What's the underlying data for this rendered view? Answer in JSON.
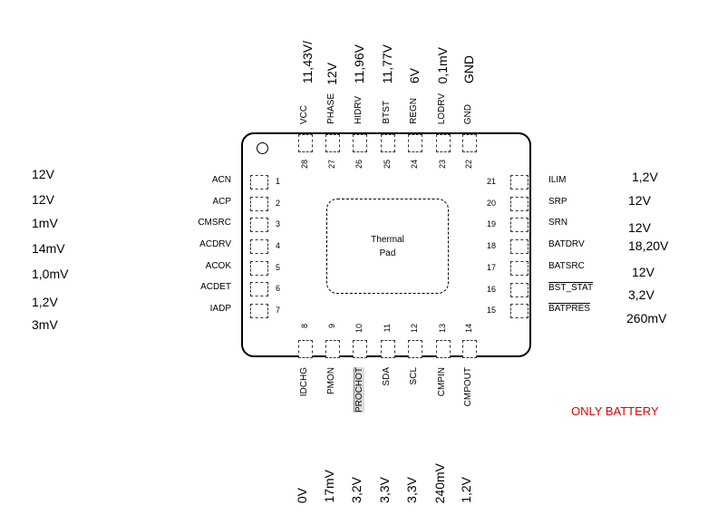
{
  "thermal_pad": {
    "line1": "Thermal",
    "line2": "Pad"
  },
  "note": {
    "text": "ONLY BATTERY",
    "color": "#e00000"
  },
  "left_pins": [
    {
      "num": "1",
      "name": "ACN",
      "voltage": "12V"
    },
    {
      "num": "2",
      "name": "ACP",
      "voltage": "12V"
    },
    {
      "num": "3",
      "name": "CMSRC",
      "voltage": "1mV"
    },
    {
      "num": "4",
      "name": "ACDRV",
      "voltage": "14mV"
    },
    {
      "num": "5",
      "name": "ACOK",
      "voltage": "1,0mV"
    },
    {
      "num": "6",
      "name": "ACDET",
      "voltage": "1,2V"
    },
    {
      "num": "7",
      "name": "IADP",
      "voltage": "3mV"
    }
  ],
  "bottom_pins": [
    {
      "num": "8",
      "name": "IDCHG",
      "voltage": "0V"
    },
    {
      "num": "9",
      "name": "PMON",
      "voltage": "17mV"
    },
    {
      "num": "10",
      "name": "PROCHOT",
      "voltage": "3,2V",
      "overbar": true
    },
    {
      "num": "11",
      "name": "SDA",
      "voltage": "3,3V"
    },
    {
      "num": "12",
      "name": "SCL",
      "voltage": "3,3V"
    },
    {
      "num": "13",
      "name": "CMPIN",
      "voltage": "240mV"
    },
    {
      "num": "14",
      "name": "CMPOUT",
      "voltage": "1,2V"
    }
  ],
  "right_pins": [
    {
      "num": "21",
      "name": "ILIM",
      "voltage": "1,2V"
    },
    {
      "num": "20",
      "name": "SRP",
      "voltage": "12V"
    },
    {
      "num": "19",
      "name": "SRN",
      "voltage": "12V"
    },
    {
      "num": "18",
      "name": "BATDRV",
      "voltage": "18,20V"
    },
    {
      "num": "17",
      "name": "BATSRC",
      "voltage": "12V"
    },
    {
      "num": "16",
      "name": "BST_STAT",
      "voltage": "3,2V",
      "overbar": true
    },
    {
      "num": "15",
      "name": "BATPRES",
      "voltage": "260mV",
      "overbar": true
    }
  ],
  "top_pins": [
    {
      "num": "28",
      "name": "VCC",
      "voltage": "11,43V/"
    },
    {
      "num": "27",
      "name": "PHASE",
      "voltage": "12V"
    },
    {
      "num": "26",
      "name": "HIDRV",
      "voltage": "11,96V"
    },
    {
      "num": "25",
      "name": "BTST",
      "voltage": "11,77V"
    },
    {
      "num": "24",
      "name": "REGN",
      "voltage": "6V"
    },
    {
      "num": "23",
      "name": "LODRV",
      "voltage": "0,1mV"
    },
    {
      "num": "22",
      "name": "GND",
      "voltage": "GND"
    }
  ]
}
